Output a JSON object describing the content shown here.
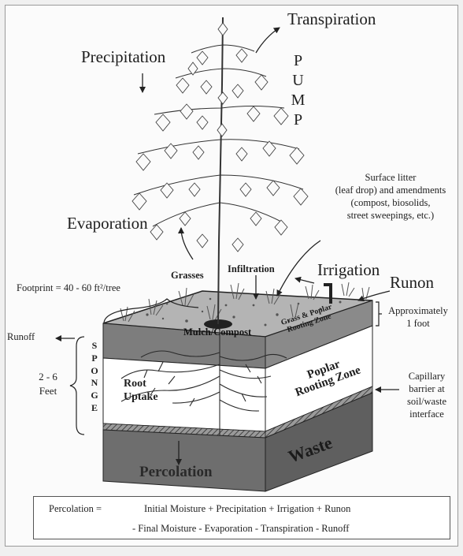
{
  "labels": {
    "transpiration": "Transpiration",
    "precipitation": "Precipitation",
    "pump_letters": [
      "P",
      "U",
      "M",
      "P"
    ],
    "surface_litter": [
      "Surface litter",
      "(leaf drop) and amendments",
      "(compost, biosolids,",
      "street sweepings, etc.)"
    ],
    "evaporation": "Evaporation",
    "grasses": "Grasses",
    "infiltration": "Infiltration",
    "irrigation": "Irrigation",
    "runon": "Runon",
    "footprint": "Footprint = 40 - 60 ft²/tree",
    "approx": [
      "Approximately",
      "1 foot"
    ],
    "runoff": "Runoff",
    "mulch": "Mulch/Compost",
    "grass_zone": [
      "Grass & Poplar",
      "Rooting Zone"
    ],
    "sponge_letters": [
      "S",
      "P",
      "O",
      "N",
      "G",
      "E"
    ],
    "depth": [
      "2 - 6",
      "Feet"
    ],
    "poplar_zone": [
      "Poplar",
      "Rooting Zone"
    ],
    "capillary": [
      "Capillary",
      "barrier at",
      "soil/waste",
      "interface"
    ],
    "root_uptake": [
      "Root",
      "Uptake"
    ],
    "waste": "Waste",
    "percolation": "Percolation"
  },
  "formula": {
    "lhs": "Percolation =",
    "line1": "Initial Moisture + Precipitation + Irrigation + Runon",
    "line2": "- Final Moisture - Evaporation - Transpiration - Runoff"
  },
  "colors": {
    "top_surface": "#b4b4b4",
    "front_top_band": "#7d7d7d",
    "front_soil": "#ffffff",
    "front_waste": "#6e6e6e",
    "side_top_band": "#8a8a8a",
    "side_soil": "#ffffff",
    "side_waste": "#5f5f5f",
    "line": "#222222"
  }
}
